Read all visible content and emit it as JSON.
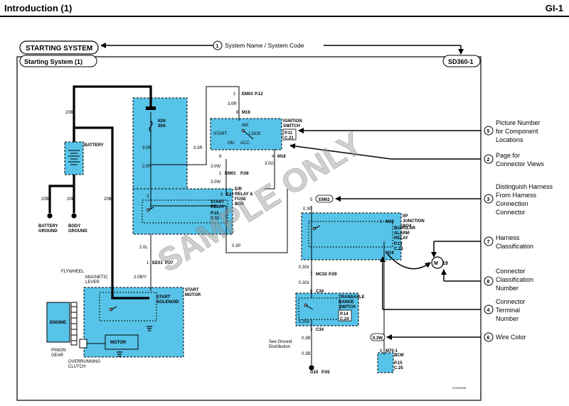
{
  "header": {
    "title": "Introduction (1)",
    "code": "GI-1"
  },
  "system": {
    "name": "STARTING SYSTEM",
    "subtitle": "Starting System (1)",
    "code": "SD360-1"
  },
  "legend": {
    "system_name": "System Name / System Code",
    "picture_number": [
      "Picture Number",
      "for Component",
      "Locations"
    ],
    "page_connector": [
      "Page for",
      "Connector Views"
    ],
    "harness": [
      "Distinguish Harness",
      "From Harness",
      "Connection",
      "Connector"
    ],
    "harness_class": [
      "Harness",
      "Classification"
    ],
    "connector_class": [
      "Connector",
      "Classification",
      "Number"
    ],
    "connector_terminal": [
      "Connector",
      "Terminal",
      "Number"
    ],
    "wire_color": "Wire Color",
    "numbers": [
      "1",
      "5",
      "2",
      "3",
      "7",
      "8",
      "4",
      "6"
    ]
  },
  "components": {
    "battery": "BATTERY",
    "battery_ground": [
      "BATTERY",
      "GROUND"
    ],
    "body_ground": [
      "BODY",
      "GROUND"
    ],
    "ign_fuse": [
      "IGN",
      "30A"
    ],
    "ignition_switch": [
      "IGNITION",
      "SWITCH"
    ],
    "switch_positions": {
      "am": "AM",
      "start": "START",
      "lock": "LOCK",
      "on": "ON",
      "acc": "ACC"
    },
    "er_relay_box": [
      "E/R",
      "RELAY &",
      "FUSE",
      "BOX"
    ],
    "start_relay": [
      "START",
      "RELAY"
    ],
    "ip_junction_box": [
      "I/P",
      "JUNCTION",
      "BOX"
    ],
    "burglar_alarm_relay": [
      "BURGLAR",
      "ALARM",
      "RELAY"
    ],
    "start_motor": [
      "START",
      "MOTOR"
    ],
    "start_solenoid": [
      "START",
      "SOLENOID"
    ],
    "motor": "MOTOR",
    "engine": "ENGINE",
    "flywheel": "FLYWHEEL",
    "magnetic_lever": [
      "MAGNETIC",
      "LEVER"
    ],
    "pinion_gear": [
      "PINION",
      "GEAR"
    ],
    "overrunning_clutch": [
      "OVERRUNNING",
      "CLUTCH"
    ],
    "transaxle": [
      "TRANSAXLE",
      "RANGE",
      "SWITCH"
    ],
    "bcm": "BCM",
    "see_ground": [
      "See Ground",
      "Distribution"
    ]
  },
  "refs": {
    "p12": "P.12",
    "p11": "P.11",
    "c21": "C.21",
    "p08": "P.08",
    "p15a": "P.15",
    "c11": "C.11",
    "p13": "P.13",
    "c23": "C.23",
    "p07": "P.07",
    "p09": "P.09",
    "p14": "P.14",
    "c24": "C.24",
    "p05": "P.05",
    "p15b": "P.15",
    "c25": "C.25"
  },
  "connectors": {
    "em03": "EM03",
    "m18a": "M18",
    "m18b": "M18",
    "em01": "EM01",
    "e27": "E27",
    "em02": "EM02",
    "m19": "M19",
    "m19b": "M19",
    "ee01": "EE01",
    "mc02": "MC02",
    "c34a": "C34",
    "c34b": "C34",
    "m70": "M70-1",
    "g10": "G10",
    "m_circle": "M",
    "n19": "19"
  },
  "wires": {
    "w20b_a": "20B",
    "w20b_b": "20B",
    "w20b_c": "20B",
    "w20b_d": "20B",
    "w30r_a": "3.0R",
    "w30r_b": "3.0R",
    "w30r_c": "3.0R",
    "w20r": "2.0R",
    "w30w_a": "3.0W",
    "w30w_b": "3.0W",
    "w30g": "3.0G",
    "w03p_a": "0.3P",
    "w03p_b": "0.3P",
    "w20l": "2.0L",
    "w20by": "2.0B/Y",
    "w03gr_a": "0.3Gr",
    "w03gr_b": "0.3Gr",
    "w03gr_c": "0.3Gr",
    "w03b_a": "0.3B",
    "w03b_b": "0.3B",
    "w03w": "0.3W"
  },
  "pins": {
    "p1": "1",
    "p8a": "8",
    "p4": "4",
    "p1b": "1",
    "p8b": "8",
    "p5": "5",
    "p2": "2",
    "p5b": "5",
    "p1c": "1",
    "p1d": "1",
    "p8c": "8",
    "p7": "7",
    "p3": "3",
    "p8d": "8"
  },
  "watermark": "SAMPLE ONLY",
  "figure_code": "KGRGS0A"
}
